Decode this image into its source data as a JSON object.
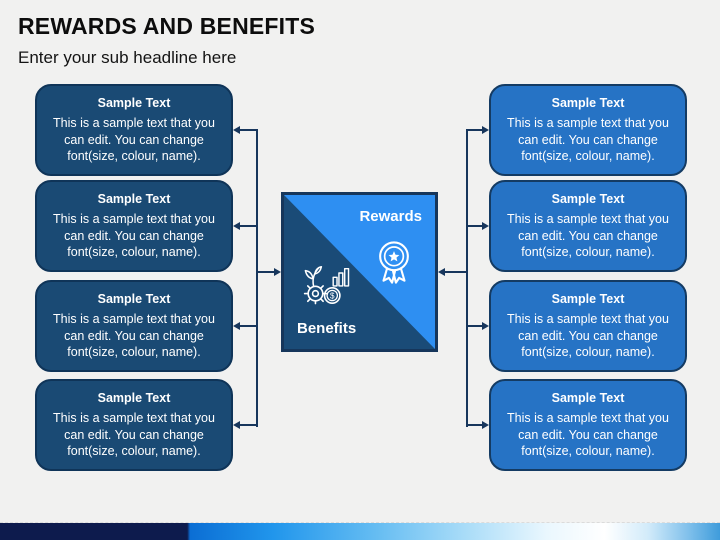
{
  "header": {
    "title": "REWARDS AND BENEFITS",
    "subtitle": "Enter your sub headline here"
  },
  "center": {
    "rewards_label": "Rewards",
    "benefits_label": "Benefits",
    "coin_symbol": "$",
    "icons": [
      "medal-ribbon-icon",
      "growth-gear-coin-chart-icon"
    ]
  },
  "box_columns": {
    "left": {
      "fill": "#1A4A74",
      "items": [
        {
          "heading": "Sample Text",
          "body": "This is a sample text that you can edit. You can change font(size, colour, name)."
        },
        {
          "heading": "Sample Text",
          "body": "This is a sample text that you can edit. You can change font(size, colour, name)."
        },
        {
          "heading": "Sample Text",
          "body": "This is a sample text that you can edit. You can change font(size, colour, name)."
        },
        {
          "heading": "Sample Text",
          "body": "This is a sample text that you can edit. You can change font(size, colour, name)."
        }
      ]
    },
    "right": {
      "fill": "#2673C5",
      "items": [
        {
          "heading": "Sample Text",
          "body": "This is a sample text that you can edit. You can change font(size, colour, name)."
        },
        {
          "heading": "Sample Text",
          "body": "This is a sample text that you can edit. You can change font(size, colour, name)."
        },
        {
          "heading": "Sample Text",
          "body": "This is a sample text that you can edit. You can change font(size, colour, name)."
        },
        {
          "heading": "Sample Text",
          "body": "This is a sample text that you can edit. You can change font(size, colour, name)."
        }
      ]
    }
  },
  "colors": {
    "background": "#F1F1F0",
    "left_box_fill": "#1A4A74",
    "right_box_fill": "#2673C5",
    "connector": "#17365C",
    "center_top_fill": "#2E8FF2",
    "center_bottom_fill": "#1A4B77",
    "footer_navy": "#0D1B4D",
    "footer_blue": "#2196EC"
  }
}
